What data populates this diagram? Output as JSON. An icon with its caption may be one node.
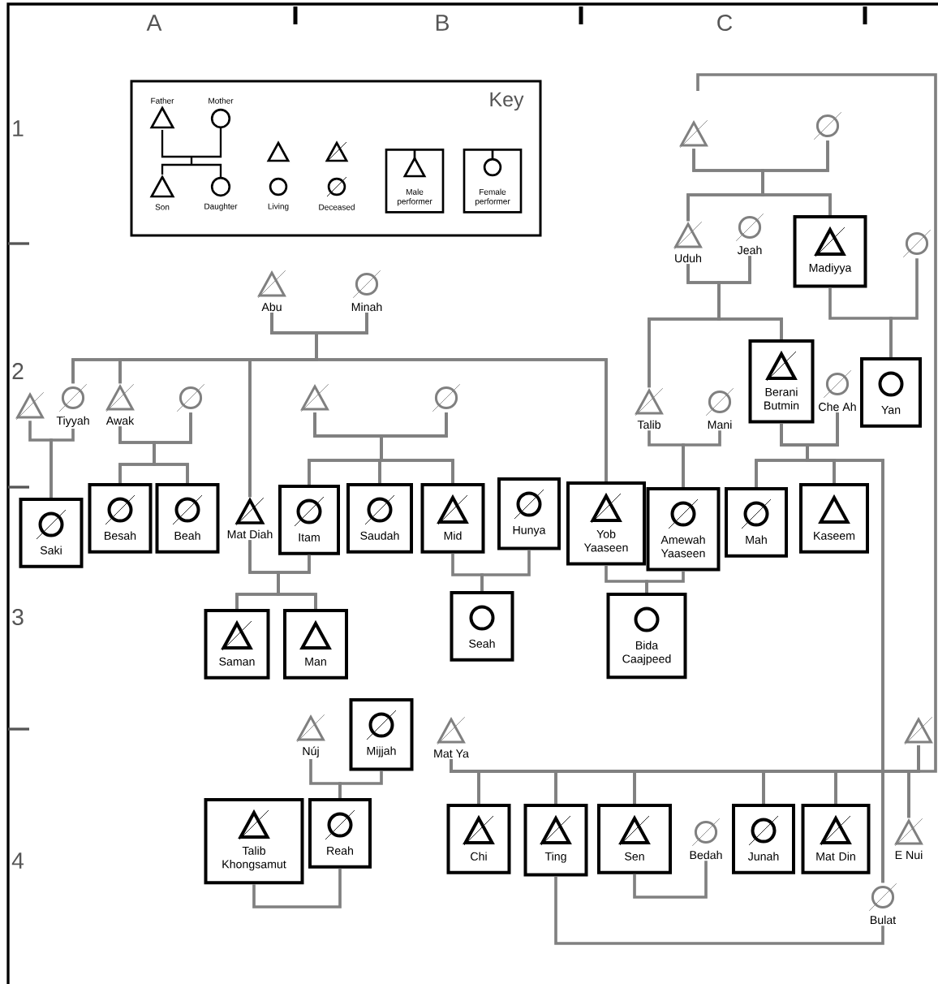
{
  "diagram": {
    "nodes": [
      {
        "text": [
          "Abu"
        ]
      },
      {
        "text": [
          "Minah"
        ]
      },
      {
        "text": [],
        "shape": "triangle"
      },
      {
        "text": [
          "Tiyyah"
        ]
      },
      {
        "text": [
          "Awak"
        ]
      },
      {
        "text": [],
        "shape": "circle"
      },
      {
        "text": [],
        "shape": "triangle"
      },
      {
        "text": [],
        "shape": "circle"
      },
      {
        "text": [
          "Saki"
        ]
      },
      {
        "text": [
          "Besah"
        ]
      },
      {
        "text": [
          "Beah"
        ]
      },
      {
        "text": [
          "Mat Diah"
        ]
      },
      {
        "text": [
          "Itam"
        ]
      },
      {
        "text": [
          "Saudah"
        ]
      },
      {
        "text": [
          "Mid"
        ]
      },
      {
        "text": [
          "Hunya"
        ]
      },
      {
        "text": [
          "Yob Yaaseen"
        ]
      },
      {
        "text": [
          "Talib"
        ]
      },
      {
        "text": [
          "Mani"
        ]
      },
      {
        "text": [
          "Amewah Yaaseen"
        ]
      },
      {
        "text": [
          "Uduh"
        ]
      },
      {
        "text": [
          "Jeah"
        ]
      },
      {
        "text": [
          "Madiyya"
        ]
      },
      {
        "text": [],
        "shape": "circle"
      },
      {
        "text": [
          "Berani Butmin"
        ]
      },
      {
        "text": [
          "Che Ah"
        ]
      },
      {
        "text": [
          "Yan"
        ]
      },
      {
        "text": [
          "Mah"
        ]
      },
      {
        "text": [
          "Kaseem"
        ]
      },
      {
        "text": [
          "Seah"
        ]
      },
      {
        "text": [
          "Bida Caajpeed"
        ]
      },
      {
        "text": [
          "Saman"
        ]
      },
      {
        "text": [
          "Man"
        ]
      },
      {
        "text": [
          "Núj"
        ]
      },
      {
        "text": [
          "Mijjah"
        ]
      },
      {
        "text": [
          "Mat Ya"
        ]
      },
      {
        "text": [],
        "shape": "triangle"
      },
      {
        "text": [
          "Talib Khongsamut"
        ]
      },
      {
        "text": [
          "Reah"
        ]
      },
      {
        "text": [
          "Chi"
        ]
      },
      {
        "text": [
          "Ting"
        ]
      },
      {
        "text": [
          "Sen"
        ]
      },
      {
        "text": [
          "Bedah"
        ]
      },
      {
        "text": [
          "Junah"
        ]
      },
      {
        "text": [
          "Mat Din"
        ]
      },
      {
        "text": [
          "E Nui"
        ]
      },
      {
        "text": [
          "Bulat"
        ]
      },
      {
        "text": [],
        "shape": "triangle"
      },
      {
        "text": [],
        "shape": "circle"
      }
    ],
    "edges": [
      {
        "from": 0,
        "to": 3,
        "arrow": "none"
      },
      {
        "from": 0,
        "to": 4,
        "arrow": "none"
      },
      {
        "from": 0,
        "to": 11,
        "arrow": "none"
      },
      {
        "from": 0,
        "to": 16,
        "arrow": "none"
      },
      {
        "from": 1,
        "to": 3,
        "arrow": "none"
      },
      {
        "from": 1,
        "to": 4,
        "arrow": "none"
      },
      {
        "from": 1,
        "to": 11,
        "arrow": "none"
      },
      {
        "from": 1,
        "to": 16,
        "arrow": "none"
      },
      {
        "from": 2,
        "to": 8,
        "arrow": "none"
      },
      {
        "from": 3,
        "to": 8,
        "arrow": "none"
      },
      {
        "from": 4,
        "to": 9,
        "arrow": "none"
      },
      {
        "from": 4,
        "to": 10,
        "arrow": "none"
      },
      {
        "from": 5,
        "to": 9,
        "arrow": "none"
      },
      {
        "from": 5,
        "to": 10,
        "arrow": "none"
      },
      {
        "from": 6,
        "to": 12,
        "arrow": "none"
      },
      {
        "from": 6,
        "to": 13,
        "arrow": "none"
      },
      {
        "from": 6,
        "to": 14,
        "arrow": "none"
      },
      {
        "from": 7,
        "to": 12,
        "arrow": "none"
      },
      {
        "from": 7,
        "to": 13,
        "arrow": "none"
      },
      {
        "from": 7,
        "to": 14,
        "arrow": "none"
      },
      {
        "from": 47,
        "to": 20,
        "arrow": "none"
      },
      {
        "from": 47,
        "to": 22,
        "arrow": "none"
      },
      {
        "from": 48,
        "to": 20,
        "arrow": "none"
      },
      {
        "from": 48,
        "to": 22,
        "arrow": "none"
      },
      {
        "from": 20,
        "to": 17,
        "arrow": "none"
      },
      {
        "from": 20,
        "to": 24,
        "arrow": "none"
      },
      {
        "from": 21,
        "to": 17,
        "arrow": "none"
      },
      {
        "from": 21,
        "to": 24,
        "arrow": "none"
      },
      {
        "from": 22,
        "to": 26,
        "arrow": "none"
      },
      {
        "from": 23,
        "to": 26,
        "arrow": "none"
      },
      {
        "from": 17,
        "to": 19,
        "arrow": "none"
      },
      {
        "from": 18,
        "to": 19,
        "arrow": "none"
      },
      {
        "from": 24,
        "to": 27,
        "arrow": "none"
      },
      {
        "from": 24,
        "to": 28,
        "arrow": "none"
      },
      {
        "from": 24,
        "to": 46,
        "arrow": "none"
      },
      {
        "from": 25,
        "to": 27,
        "arrow": "none"
      },
      {
        "from": 25,
        "to": 28,
        "arrow": "none"
      },
      {
        "from": 25,
        "to": 46,
        "arrow": "none"
      },
      {
        "from": 11,
        "to": 31,
        "arrow": "none"
      },
      {
        "from": 11,
        "to": 32,
        "arrow": "none"
      },
      {
        "from": 12,
        "to": 31,
        "arrow": "none"
      },
      {
        "from": 12,
        "to": 32,
        "arrow": "none"
      },
      {
        "from": 14,
        "to": 29,
        "arrow": "none"
      },
      {
        "from": 15,
        "to": 29,
        "arrow": "none"
      },
      {
        "from": 16,
        "to": 30,
        "arrow": "none"
      },
      {
        "from": 19,
        "to": 30,
        "arrow": "none"
      },
      {
        "from": 33,
        "to": 38,
        "arrow": "none"
      },
      {
        "from": 34,
        "to": 38,
        "arrow": "none"
      },
      {
        "from": 35,
        "to": 39,
        "arrow": "none"
      },
      {
        "from": 35,
        "to": 40,
        "arrow": "none"
      },
      {
        "from": 35,
        "to": 41,
        "arrow": "none"
      },
      {
        "from": 35,
        "to": 43,
        "arrow": "none"
      },
      {
        "from": 35,
        "to": 44,
        "arrow": "none"
      },
      {
        "from": 35,
        "to": 45,
        "arrow": "none"
      },
      {
        "from": 36,
        "to": 39,
        "arrow": "none"
      },
      {
        "from": 36,
        "to": 40,
        "arrow": "none"
      },
      {
        "from": 36,
        "to": 41,
        "arrow": "none"
      },
      {
        "from": 36,
        "to": 43,
        "arrow": "none"
      },
      {
        "from": 36,
        "to": 44,
        "arrow": "none"
      },
      {
        "from": 36,
        "to": 45,
        "arrow": "none"
      },
      {
        "from": 37,
        "to": 38,
        "arrow": "none"
      },
      {
        "from": 41,
        "to": 42,
        "arrow": "none"
      },
      {
        "from": 40,
        "to": 46,
        "arrow": "none"
      },
      {
        "from": null,
        "to": 36,
        "arrow": "none"
      }
    ],
    "labels": [
      "A",
      "B",
      "C",
      "Key",
      "1",
      "2",
      "3",
      "4"
    ],
    "legend": [
      {
        "text": "Father"
      },
      {
        "text": "Mother"
      },
      {
        "text": "Son"
      },
      {
        "text": "Daughter"
      },
      {
        "text": "Living"
      },
      {
        "text": "Deceased"
      },
      {
        "text": "Male performer"
      },
      {
        "text": "Female performer"
      }
    ]
  }
}
